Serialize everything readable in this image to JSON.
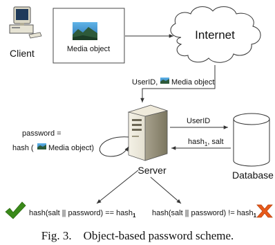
{
  "labels": {
    "client": "Client",
    "media_box": "Media object",
    "internet": "Internet",
    "userid_media": "UserID,",
    "userid_media_tail": "Media object",
    "password_eq": "password =",
    "hash_open": "hash (",
    "hash_close": "Media object)",
    "server": "Server",
    "userid_to_db": "UserID",
    "hash_salt_back_1": "hash",
    "hash_salt_back_sub": "1",
    "hash_salt_back_2": ", salt",
    "database": "Database",
    "result_ok_1": "hash(salt || password) == hash",
    "result_ok_sub": "1",
    "result_bad_1": "hash(salt || password) != hash",
    "result_bad_sub": "1",
    "caption": "Fig. 3.    Object-based password scheme."
  },
  "icons": {
    "client": "desktop-computer-icon",
    "server": "server-tower-icon",
    "database": "database-cylinder-icon",
    "media": "landscape-image-icon",
    "ok": "check-mark-icon",
    "bad": "cross-mark-icon"
  },
  "colors": {
    "stroke": "#333333",
    "ok": "#3a8a1a",
    "bad": "#e85a1a"
  }
}
